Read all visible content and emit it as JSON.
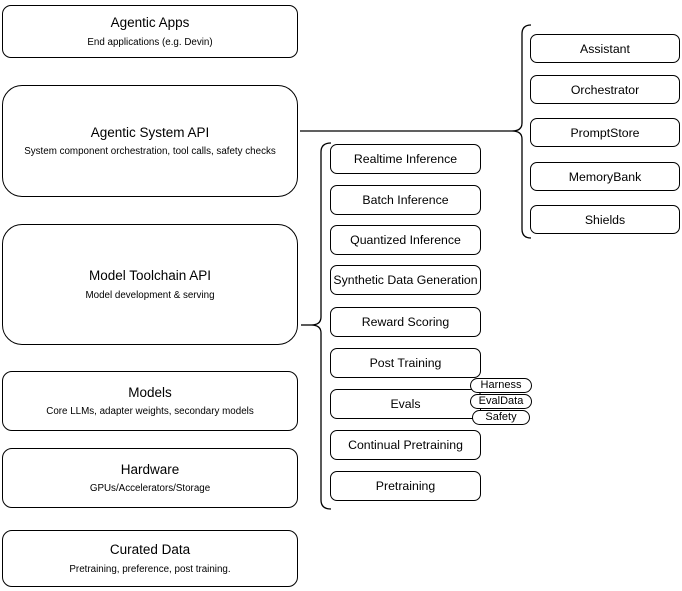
{
  "diagram": {
    "layers": [
      {
        "title": "Agentic Apps",
        "subtitle": "End applications (e.g. Devin)"
      },
      {
        "title": "Agentic System API",
        "subtitle": "System component orchestration, tool calls, safety checks"
      },
      {
        "title": "Model Toolchain API",
        "subtitle": "Model development & serving"
      },
      {
        "title": "Models",
        "subtitle": "Core LLMs, adapter weights, secondary models"
      },
      {
        "title": "Hardware",
        "subtitle": "GPUs/Accelerators/Storage"
      },
      {
        "title": "Curated Data",
        "subtitle": "Pretraining, preference, post training."
      }
    ],
    "toolchain_api_items": [
      "Realtime Inference",
      "Batch Inference",
      "Quantized Inference",
      "Synthetic Data Generation",
      "Reward Scoring",
      "Post Training",
      "Evals",
      "Continual Pretraining",
      "Pretraining"
    ],
    "evals_tags": [
      "Harness",
      "EvalData",
      "Safety"
    ],
    "system_api_components": [
      "Assistant",
      "Orchestrator",
      "PromptStore",
      "MemoryBank",
      "Shields"
    ],
    "colors": {
      "stroke": "#000000",
      "fill": "#ffffff",
      "text": "#000000"
    }
  }
}
